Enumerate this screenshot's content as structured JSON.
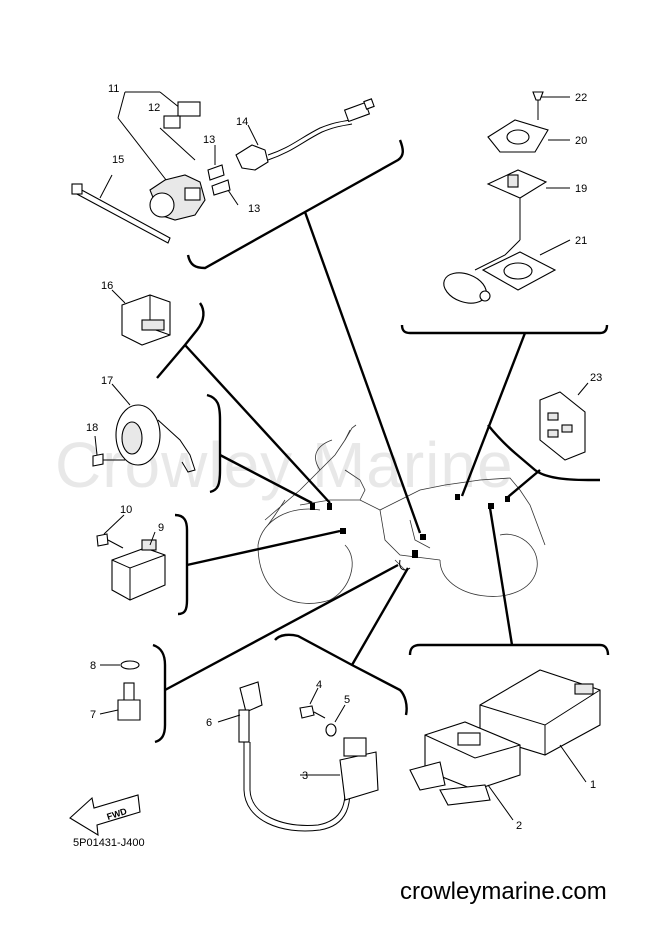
{
  "diagram": {
    "code": "5P01431-J400",
    "watermark": "Crowley Marine",
    "site": "crowleymarine.com",
    "fwd_label": "FWD",
    "part_numbers": [
      "1",
      "2",
      "3",
      "4",
      "5",
      "6",
      "7",
      "8",
      "9",
      "10",
      "11",
      "12",
      "13",
      "13",
      "14",
      "15",
      "16",
      "17",
      "18",
      "19",
      "20",
      "21",
      "22",
      "23"
    ]
  }
}
